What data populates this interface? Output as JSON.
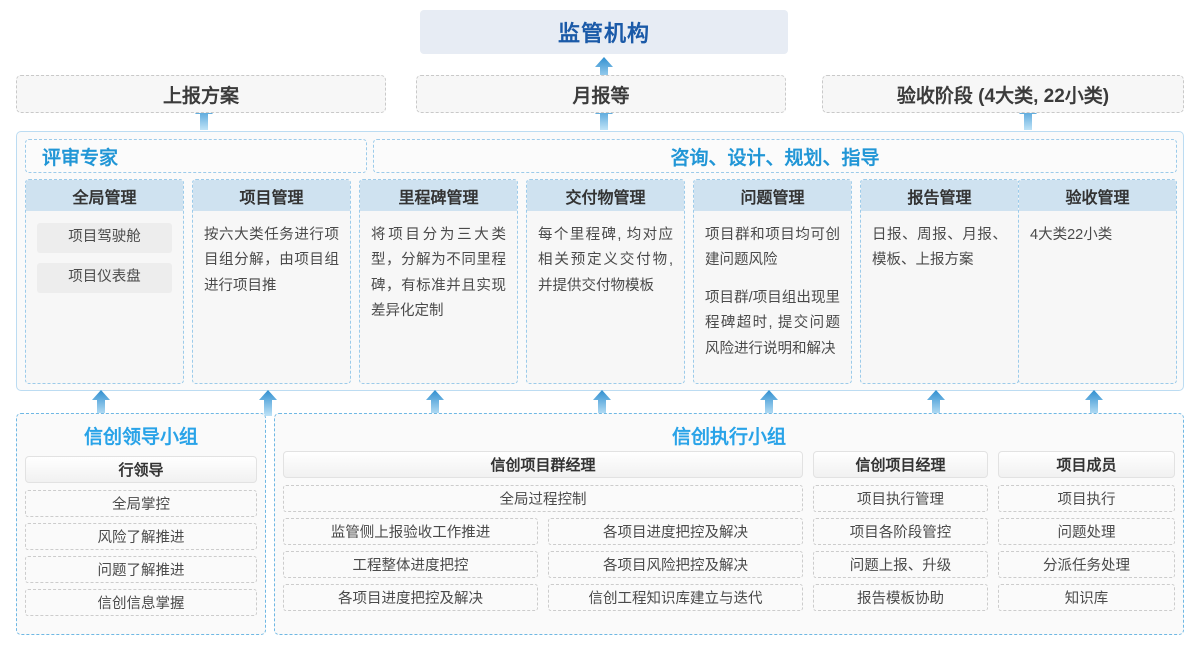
{
  "top": {
    "regulator_title": "监管机构",
    "submissions": [
      {
        "label": "上报方案"
      },
      {
        "label": "月报等"
      },
      {
        "label": "验收阶段 (4大类, 22小类)"
      }
    ]
  },
  "consulting_panel": {
    "left_label": "评审专家",
    "center_label": "咨询、设计、规划、指导",
    "columns": [
      {
        "header": "全局管理",
        "chips": [
          "项目驾驶舱",
          "项目仪表盘"
        ],
        "paragraphs": []
      },
      {
        "header": "项目管理",
        "chips": [],
        "paragraphs": [
          "按六大类任务进行项目组分解，由项目组进行项目推"
        ]
      },
      {
        "header": "里程碑管理",
        "chips": [],
        "paragraphs": [
          "将项目分为三大类型，分解为不同里程碑，有标准并且实现差异化定制"
        ]
      },
      {
        "header": "交付物管理",
        "chips": [],
        "paragraphs": [
          "每个里程碑, 均对应相关预定义交付物, 并提供交付物模板"
        ]
      },
      {
        "header": "问题管理",
        "chips": [],
        "paragraphs": [
          "项目群和项目均可创建问题风险",
          "项目群/项目组出现里程碑超时, 提交问题风险进行说明和解决"
        ]
      },
      {
        "header": "报告管理",
        "chips": [],
        "paragraphs": [
          "日报、周报、月报、模板、上报方案"
        ]
      },
      {
        "header": "验收管理",
        "chips": [],
        "paragraphs": [
          "4大类22小类"
        ]
      }
    ]
  },
  "bottom": {
    "leading_group": {
      "title": "信创领导小组",
      "role_head": "行领导",
      "tasks": [
        "全局掌控",
        "风险了解推进",
        "问题了解推进",
        "信创信息掌握"
      ]
    },
    "execution_group": {
      "title": "信创执行小组",
      "program_manager": {
        "role_head": "信创项目群经理",
        "full_width_task": "全局过程控制",
        "left_tasks": [
          "监管侧上报验收工作推进",
          "工程整体进度把控",
          "各项目进度把控及解决"
        ],
        "right_tasks": [
          "各项目进度把控及解决",
          "各项目风险把控及解决",
          "信创工程知识库建立与迭代"
        ]
      },
      "project_manager": {
        "role_head": "信创项目经理",
        "tasks": [
          "项目执行管理",
          "项目各阶段管控",
          "问题上报、升级",
          "报告模板协助"
        ]
      },
      "project_member": {
        "role_head": "项目成员",
        "tasks": [
          "项目执行",
          "问题处理",
          "分派任务处理",
          "知识库"
        ]
      }
    }
  },
  "arrows": {
    "icon": "arrow-up-icon",
    "color_top": "#2f8fd0",
    "color_bottom": "#b9e0f5"
  },
  "colors": {
    "title_blue": "#1b5aa8",
    "accent_blue": "#29a3e8",
    "panel_header": "#cfe2f0",
    "title_box_bg": "#e7ecf4"
  }
}
